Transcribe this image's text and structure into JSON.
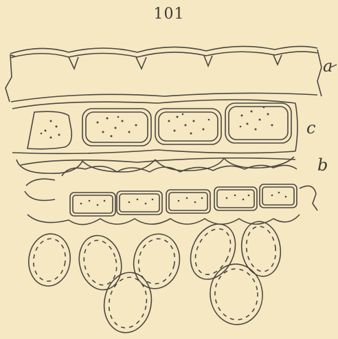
{
  "page": {
    "number": "101"
  },
  "figure": {
    "labels": {
      "a": "a",
      "c": "c",
      "b": "b"
    }
  }
}
